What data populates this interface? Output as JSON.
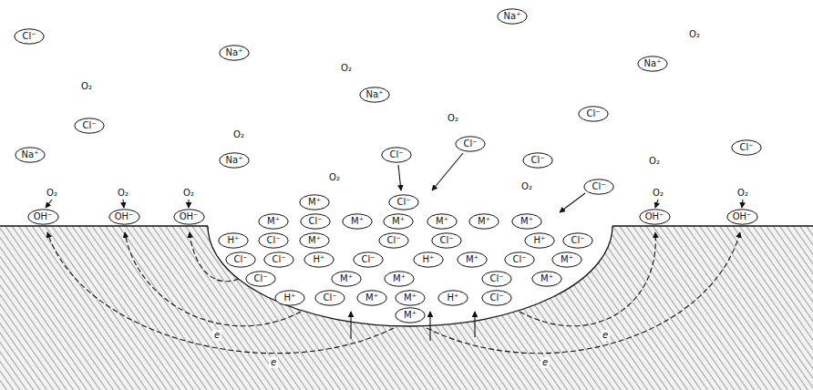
{
  "diagram": {
    "nodes": [
      {
        "text": [
          "Na⁺"
        ]
      },
      {
        "text": [
          "Cl⁻"
        ]
      },
      {
        "text": [
          "Na⁺"
        ]
      },
      {
        "text": [
          "Na⁺"
        ]
      },
      {
        "text": [
          "Na⁺"
        ]
      },
      {
        "text": [
          "Cl⁻"
        ]
      },
      {
        "text": [
          "Cl⁻"
        ]
      },
      {
        "text": [
          "Cl⁻"
        ]
      },
      {
        "text": [
          "Cl⁻"
        ]
      },
      {
        "text": [
          "Na⁺"
        ]
      },
      {
        "text": [
          "Cl⁻"
        ]
      },
      {
        "text": [
          "Na⁺"
        ]
      },
      {
        "text": [
          "Cl⁻"
        ]
      },
      {
        "text": [
          "Cl⁻"
        ]
      },
      {
        "text": [
          "OH⁻"
        ]
      },
      {
        "text": [
          "OH⁻"
        ]
      },
      {
        "text": [
          "OH⁻"
        ]
      },
      {
        "text": [
          "OH⁻"
        ]
      },
      {
        "text": [
          "OH⁻"
        ]
      },
      {
        "text": [
          "M⁺"
        ]
      },
      {
        "text": [
          "Cl⁻"
        ]
      },
      {
        "text": [
          "M⁺"
        ]
      },
      {
        "text": [
          "Cl⁻"
        ]
      },
      {
        "text": [
          "M⁺"
        ]
      },
      {
        "text": [
          "M⁺"
        ]
      },
      {
        "text": [
          "M⁺"
        ]
      },
      {
        "text": [
          "M⁺"
        ]
      },
      {
        "text": [
          "M⁺"
        ]
      },
      {
        "text": [
          "H⁺"
        ]
      },
      {
        "text": [
          "Cl⁻"
        ]
      },
      {
        "text": [
          "M⁺"
        ]
      },
      {
        "text": [
          "Cl⁻"
        ]
      },
      {
        "text": [
          "Cl⁻"
        ]
      },
      {
        "text": [
          "H⁺"
        ]
      },
      {
        "text": [
          "Cl⁻"
        ]
      },
      {
        "text": [
          "Cl⁻"
        ]
      },
      {
        "text": [
          "Cl⁻"
        ]
      },
      {
        "text": [
          "H⁺"
        ]
      },
      {
        "text": [
          "Cl⁻"
        ]
      },
      {
        "text": [
          "H⁺"
        ]
      },
      {
        "text": [
          "M⁺"
        ]
      },
      {
        "text": [
          "Cl⁻"
        ]
      },
      {
        "text": [
          "M⁺"
        ]
      },
      {
        "text": [
          "Cl⁻"
        ]
      },
      {
        "text": [
          "M⁺"
        ]
      },
      {
        "text": [
          "M⁺"
        ]
      },
      {
        "text": [
          "Cl⁻"
        ]
      },
      {
        "text": [
          "M⁺"
        ]
      },
      {
        "text": [
          "H⁺"
        ]
      },
      {
        "text": [
          "Cl⁻"
        ]
      },
      {
        "text": [
          "M⁺"
        ]
      },
      {
        "text": [
          "M⁺"
        ]
      },
      {
        "text": [
          "H⁺"
        ]
      },
      {
        "text": [
          "Cl⁻"
        ]
      },
      {
        "text": [
          "M⁺"
        ]
      }
    ],
    "labels": [
      "O₂",
      "O₂",
      "O₂",
      "O₂",
      "O₂",
      "O₂",
      "O₂",
      "O₂",
      "O₂",
      "O₂",
      "O₂",
      "O₂",
      "O₂",
      "e",
      "e",
      "e",
      "e"
    ]
  }
}
